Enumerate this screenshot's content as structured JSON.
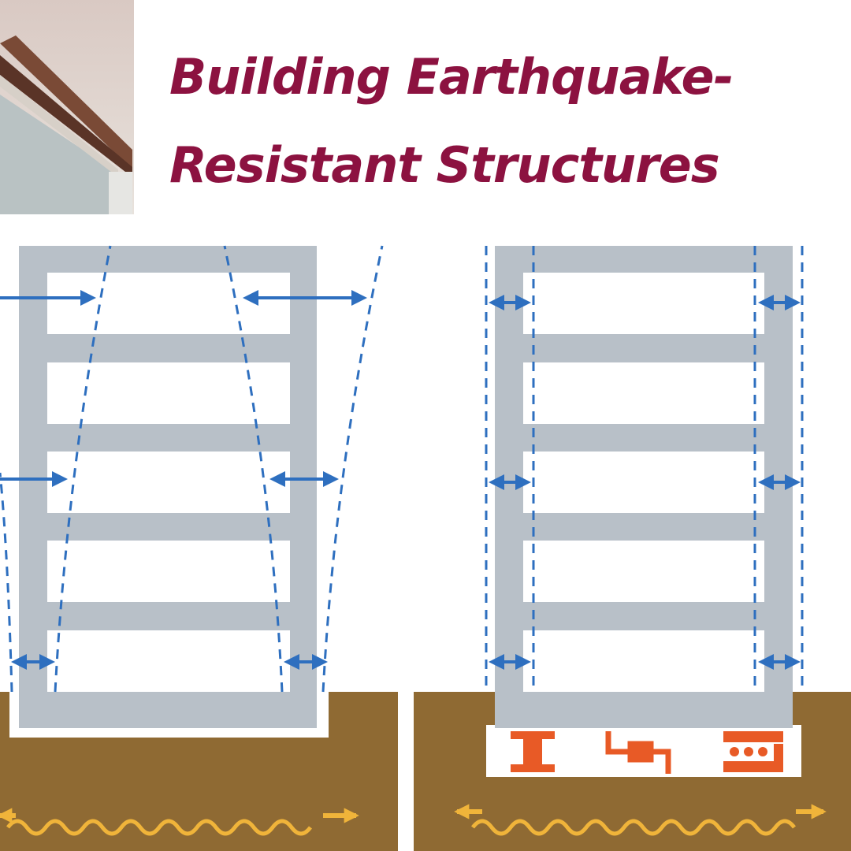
{
  "title": {
    "line1": "Building Earthquake-",
    "line2": "Resistant Structures"
  },
  "colors": {
    "title": "#8c1240",
    "frame": "#b8c0c8",
    "ground": "#8f6a33",
    "arrow": "#2e6fbf",
    "dashed_line": "#2e6fbf",
    "isolator": "#e85a26",
    "wave": "#f0b43a"
  },
  "photo": {
    "description_icon": "house-roof-photo"
  },
  "panels": [
    {
      "name": "conventional-building",
      "base": "fixed",
      "drift_arrows": 3,
      "deformation": "large"
    },
    {
      "name": "base-isolated-building",
      "base": "isolators",
      "drift_arrows": 3,
      "deformation": "small"
    }
  ]
}
